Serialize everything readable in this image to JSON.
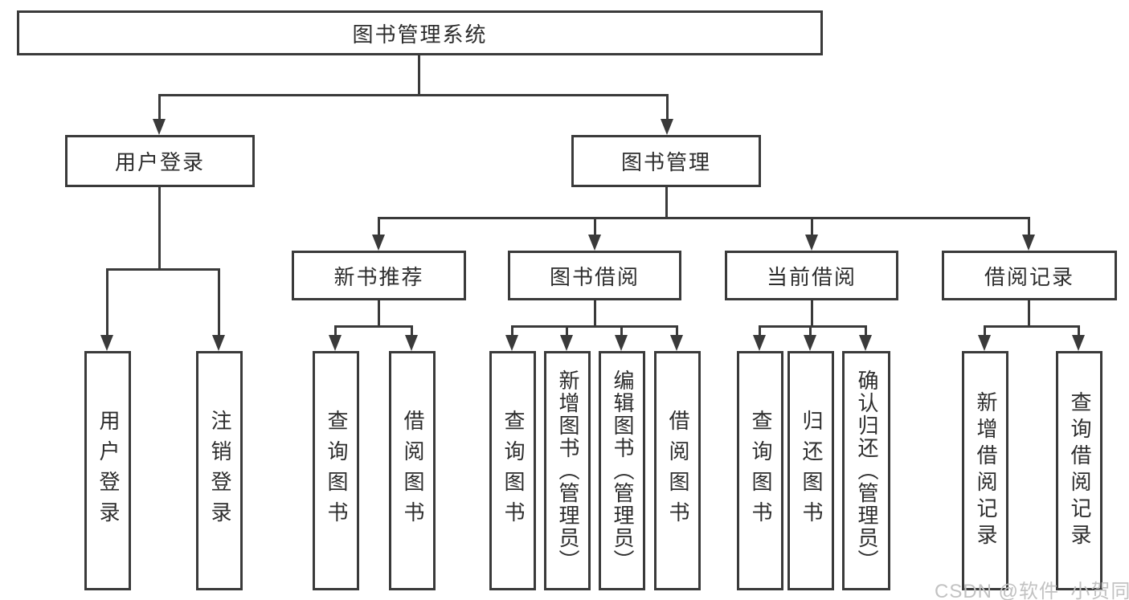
{
  "title": "图书管理系统",
  "nodes": {
    "root": "图书管理系统",
    "user_login": "用户登录",
    "book_mgmt": "图书管理",
    "new_books": "新书推荐",
    "book_borrow": "图书借阅",
    "current_borrow": "当前借阅",
    "borrow_records": "借阅记录"
  },
  "leaves": {
    "user_login": [
      "用户登录",
      "注销登录"
    ],
    "new_books": [
      "查询图书",
      "借阅图书"
    ],
    "book_borrow": [
      "查询图书",
      "新增图书（管理员）",
      "编辑图书（管理员）",
      "借阅图书"
    ],
    "current_borrow": [
      "查询图书",
      "归还图书",
      "确认归还（管理员）"
    ],
    "borrow_records": [
      "新增借阅记录",
      "查询借阅记录"
    ]
  },
  "watermark": "CSDN @软件_小贺同学",
  "colors": {
    "line": "#3a3a3a",
    "text": "#2d2d2d",
    "watermark": "#c2c2c2",
    "background": "#ffffff"
  }
}
